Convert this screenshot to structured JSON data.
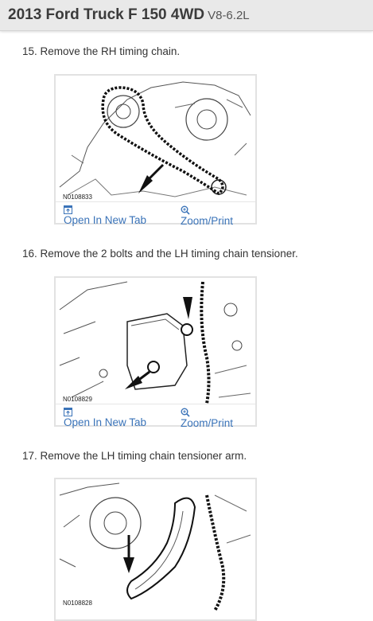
{
  "header": {
    "title": "2013 Ford Truck F 150 4WD",
    "subtitle": "V8-6.2L"
  },
  "steps": [
    {
      "text": "15. Remove the RH timing chain.",
      "figure_code": "N0108833",
      "open_label": "Open In New Tab",
      "zoom_label": "Zoom/Print"
    },
    {
      "text": "16. Remove the 2 bolts and the LH timing chain tensioner.",
      "figure_code": "N0108829",
      "open_label": "Open In New Tab",
      "zoom_label": "Zoom/Print"
    },
    {
      "text": "17. Remove the LH timing chain tensioner arm.",
      "figure_code": "N0108828"
    }
  ],
  "icons": {
    "open": "open-in-new-tab-icon",
    "zoom": "zoom-icon"
  },
  "colors": {
    "link": "#3a73b8",
    "header_bg": "#e9e9e9"
  }
}
